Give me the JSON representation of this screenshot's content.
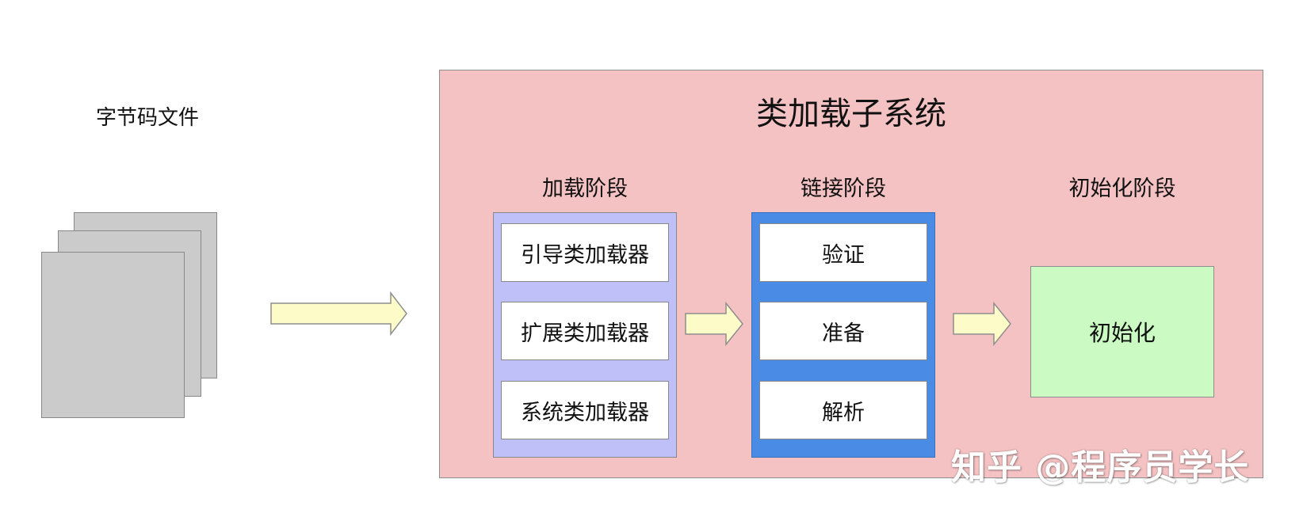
{
  "bytecode": {
    "label": "字节码文件"
  },
  "subsystem": {
    "title": "类加载子系统"
  },
  "stages": {
    "load": {
      "label": "加载阶段",
      "items": [
        "引导类加载器",
        "扩展类加载器",
        "系统类加载器"
      ]
    },
    "link": {
      "label": "链接阶段",
      "items": [
        "验证",
        "准备",
        "解析"
      ]
    },
    "init": {
      "label": "初始化阶段",
      "item": "初始化"
    }
  },
  "colors": {
    "subsystem_bg": "#f4c2c3",
    "load_panel": "#c0c0f8",
    "link_panel": "#4a8be6",
    "init_box": "#ccfac3",
    "arrow_fill": "#fdfcc8",
    "file_sheet": "#cbcbcb"
  },
  "watermark": "知乎 @程序员学长"
}
